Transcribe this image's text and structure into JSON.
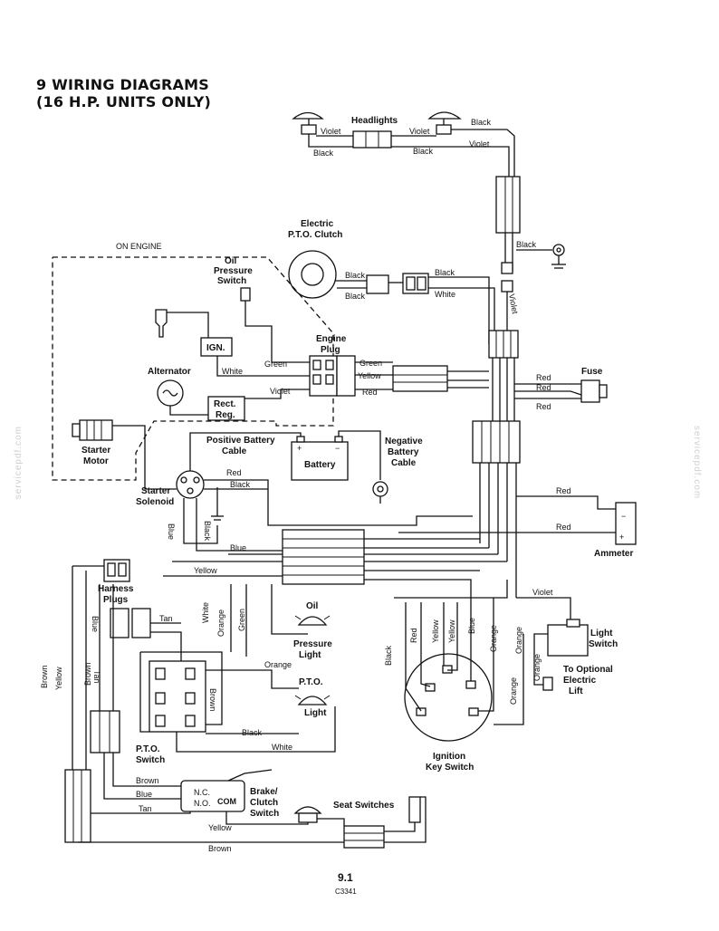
{
  "header": {
    "title_line1": "9  WIRING DIAGRAMS",
    "title_line2": "(16 H.P. UNITS ONLY)"
  },
  "footer": {
    "page_number": "9.1",
    "figure_code": "C3341"
  },
  "watermark": "servicepdf.com",
  "components": {
    "headlights": "Headlights",
    "pto_clutch_1": "Electric",
    "pto_clutch_2": "P.T.O. Clutch",
    "on_engine": "ON ENGINE",
    "oil_switch_1": "Oil",
    "oil_switch_2": "Pressure",
    "oil_switch_3": "Switch",
    "ign": "IGN.",
    "engine_plug_1": "Engine",
    "engine_plug_2": "Plug",
    "alternator": "Alternator",
    "rect_reg_1": "Rect.",
    "rect_reg_2": "Reg.",
    "starter_motor_1": "Starter",
    "starter_motor_2": "Motor",
    "pos_cable_1": "Positive Battery",
    "pos_cable_2": "Cable",
    "battery": "Battery",
    "neg_cable_1": "Negative",
    "neg_cable_2": "Battery",
    "neg_cable_3": "Cable",
    "fuse": "Fuse",
    "starter_solenoid_1": "Starter",
    "starter_solenoid_2": "Solenoid",
    "ammeter": "Ammeter",
    "harness_plugs_1": "Harness",
    "harness_plugs_2": "Plugs",
    "oil_light_1": "Oil",
    "oil_light_2": "Pressure",
    "oil_light_3": "Light",
    "pto_light_1": "P.T.O.",
    "pto_light_2": "Light",
    "light_switch_1": "Light",
    "light_switch_2": "Switch",
    "opt_lift_1": "To Optional",
    "opt_lift_2": "Electric",
    "opt_lift_3": "Lift",
    "ignition_1": "Ignition",
    "ignition_2": "Key Switch",
    "pto_switch_1": "P.T.O.",
    "pto_switch_2": "Switch",
    "nc": "N.C.",
    "no": "N.O.",
    "com": "COM",
    "brake_1": "Brake/",
    "brake_2": "Clutch",
    "brake_3": "Switch",
    "seat_switches": "Seat Switches"
  },
  "wires": {
    "hl_violet_left": "Violet",
    "hl_violet_right": "Violet",
    "hl_black_left": "Black",
    "hl_black_mid": "Black",
    "hl_black_right": "Black",
    "hl_violet_down": "Violet",
    "ground_black": "Black",
    "pto_black_1": "Black",
    "pto_black_2": "Black",
    "pto_black_3": "Black",
    "pto_white": "White",
    "violet_vertical": "Violet",
    "eng_white": "White",
    "eng_green_l": "Green",
    "eng_green_r": "Green",
    "eng_yellow": "Yellow",
    "eng_violet": "Violet",
    "eng_red": "Red",
    "fuse_red_1": "Red",
    "fuse_red_2": "Red",
    "fuse_red_3": "Red",
    "sol_red": "Red",
    "sol_black": "Black",
    "amm_red_1": "Red",
    "amm_red_2": "Red",
    "sol_blue": "Blue",
    "sol_black_v": "Black",
    "h_blue": "Blue",
    "h_yellow": "Yellow",
    "v_white": "White",
    "v_orange": "Orange",
    "v_green": "Green",
    "hp_blue": "Blue",
    "hp_tan_1": "Tan",
    "hp_tan_2": "Tan",
    "hp_brown_1": "Brown",
    "hp_brown_2": "Brown",
    "hp_yellow": "Yellow",
    "hp_brown_3": "Brown",
    "mid_orange": "Orange",
    "mid_black": "Black",
    "mid_white": "White",
    "ign_black": "Black",
    "ign_red": "Red",
    "ign_yellow_1": "Yellow",
    "ign_yellow_2": "Yellow",
    "ign_blue": "Blue",
    "ign_orange": "Orange",
    "ls_violet": "Violet",
    "ls_orange_1": "Orange",
    "ls_orange_2": "Orange",
    "ls_orange_3": "Orange",
    "bc_brown": "Brown",
    "bc_blue": "Blue",
    "bc_tan": "Tan",
    "bc_yellow": "Yellow",
    "bc_brown_2": "Brown"
  }
}
